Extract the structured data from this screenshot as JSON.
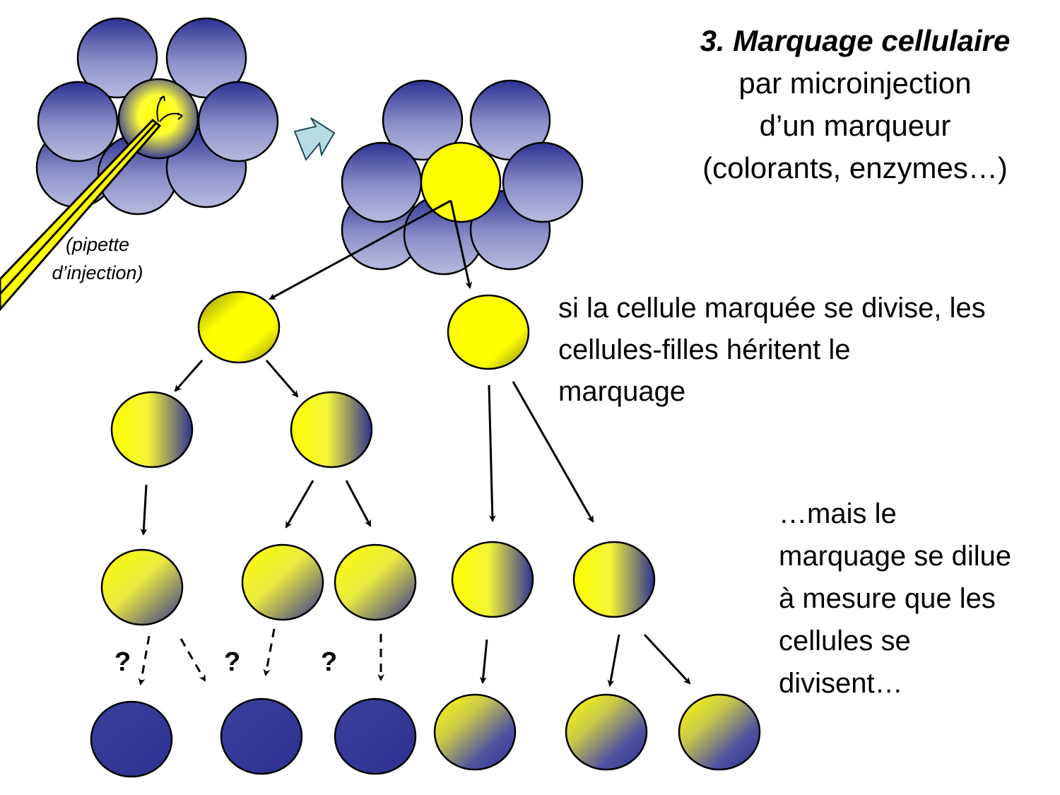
{
  "title": {
    "heading": "3. Marquage cellulaire",
    "lines": [
      "par microinjection",
      "d’un marqueur",
      "(colorants, enzymes…)"
    ]
  },
  "pipette_label": {
    "lines": [
      "(pipette",
      "d’injection)"
    ]
  },
  "division_note": {
    "lines": [
      "si la cellule marquée se divise, les",
      "cellules-filles héritent le",
      "marquage"
    ]
  },
  "dilution_note": {
    "lines": [
      "…mais le",
      "marquage se dilue",
      "à mesure que les",
      "cellules se",
      "divisent…"
    ]
  },
  "question_marks": [
    "?",
    "?",
    "?"
  ],
  "colors": {
    "cell_blue_dark": "#2e3192",
    "cell_blue_light": "#b4b6dc",
    "marker_yellow": "#ffff00",
    "arrow_fill": "#b7dde3",
    "outline": "#000000"
  }
}
